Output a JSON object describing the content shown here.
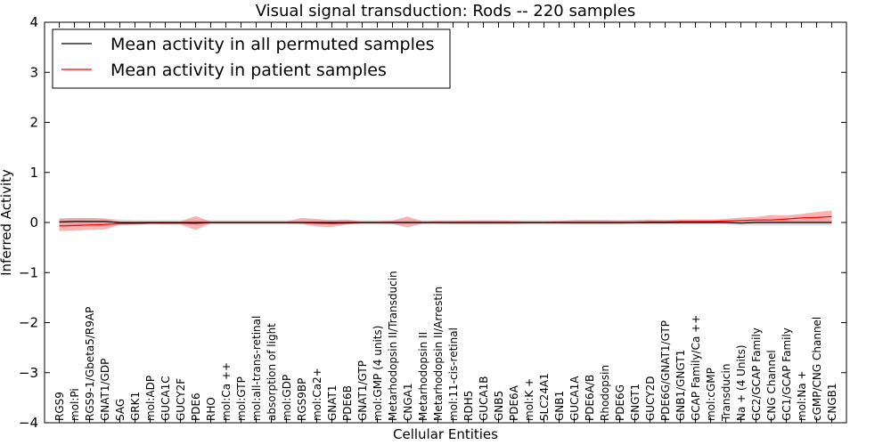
{
  "chart_data": {
    "type": "line",
    "title": "Visual signal transduction: Rods -- 220 samples",
    "xlabel": "Cellular Entities",
    "ylabel": "Inferred Activity",
    "ylim": [
      -4,
      4
    ],
    "yticks": [
      "−4",
      "−3",
      "−2",
      "−1",
      "0",
      "1",
      "2",
      "3",
      "4"
    ],
    "ytick_values": [
      -4,
      -3,
      -2,
      -1,
      0,
      1,
      2,
      3,
      4
    ],
    "grid": false,
    "legend_position": "top-left",
    "categories": [
      "RGS9",
      "mol:Pi",
      "RGS9-1/Gbeta5/R9AP",
      "GNAT1/GDP",
      "SAG",
      "GRK1",
      "mol:ADP",
      "GUCA1C",
      "GUCY2F",
      "PDE6",
      "RHO",
      "mol:Ca ++",
      "mol:GTP",
      "mol:all-trans-retinal",
      "absorption of light",
      "mol:GDP",
      "RGS9BP",
      "mol:Ca2+",
      "GNAT1",
      "PDE6B",
      "GNAT1/GTP",
      "mol:GMP (4 units)",
      "Metarhodopsin II/Transducin",
      "CNGA1",
      "Metarhodopsin II",
      "Metarhodopsin II/Arrestin",
      "mol:11-cis-retinal",
      "RDH5",
      "GUCA1B",
      "GNB5",
      "PDE6A",
      "mol:K +",
      "SLC24A1",
      "GNB1",
      "GUCA1A",
      "PDE6A/B",
      "Rhodopsin",
      "PDE6G",
      "GNGT1",
      "GUCY2D",
      "PDE6G/GNAT1/GTP",
      "GNB1/GNGT1",
      "GCAP Family/Ca ++",
      "mol:cGMP",
      "Transducin",
      "Na + (4 Units)",
      "GC2/GCAP Family",
      "CNG Channel",
      "GC1/GCAP Family",
      "mol:Na +",
      "cGMP/CNG Channel",
      "CNGB1"
    ],
    "series": [
      {
        "name": "Mean activity in all permuted samples",
        "color": "#000000",
        "band_color": "#c8c8c8",
        "values": [
          0.01,
          0.02,
          0.02,
          0.02,
          0.0,
          0.0,
          0.0,
          0.0,
          0.0,
          0.0,
          0.0,
          0.0,
          0.0,
          0.0,
          0.0,
          0.0,
          0.0,
          0.0,
          0.0,
          0.0,
          0.0,
          0.0,
          0.0,
          0.0,
          0.0,
          0.0,
          0.0,
          0.0,
          0.0,
          0.0,
          0.0,
          0.0,
          0.0,
          0.0,
          0.0,
          0.0,
          0.0,
          0.0,
          0.0,
          0.0,
          0.0,
          0.0,
          0.0,
          0.0,
          0.0,
          -0.01,
          0.0,
          0.0,
          0.0,
          0.0,
          0.0,
          0.0
        ],
        "lower": [
          -0.08,
          -0.08,
          -0.07,
          -0.06,
          -0.05,
          -0.05,
          -0.04,
          -0.04,
          -0.04,
          -0.04,
          -0.04,
          -0.04,
          -0.04,
          -0.04,
          -0.04,
          -0.04,
          -0.04,
          -0.04,
          -0.04,
          -0.04,
          -0.04,
          -0.04,
          -0.04,
          -0.04,
          -0.04,
          -0.04,
          -0.04,
          -0.04,
          -0.04,
          -0.04,
          -0.04,
          -0.04,
          -0.04,
          -0.04,
          -0.04,
          -0.04,
          -0.04,
          -0.04,
          -0.04,
          -0.04,
          -0.04,
          -0.04,
          -0.04,
          -0.04,
          -0.04,
          -0.06,
          -0.06,
          -0.06,
          -0.06,
          -0.06,
          -0.06,
          -0.06
        ],
        "upper": [
          0.08,
          0.08,
          0.08,
          0.08,
          0.06,
          0.05,
          0.05,
          0.05,
          0.05,
          0.05,
          0.05,
          0.05,
          0.05,
          0.05,
          0.05,
          0.05,
          0.05,
          0.05,
          0.05,
          0.05,
          0.05,
          0.05,
          0.05,
          0.05,
          0.05,
          0.05,
          0.05,
          0.05,
          0.05,
          0.05,
          0.05,
          0.05,
          0.05,
          0.05,
          0.05,
          0.05,
          0.05,
          0.05,
          0.05,
          0.05,
          0.05,
          0.05,
          0.05,
          0.05,
          0.05,
          0.05,
          0.06,
          0.06,
          0.06,
          0.06,
          0.06,
          0.06
        ]
      },
      {
        "name": "Mean activity in patient samples",
        "color": "#ff0000",
        "band_color": "#f08080",
        "values": [
          -0.07,
          -0.06,
          -0.05,
          -0.04,
          -0.02,
          -0.02,
          -0.01,
          -0.01,
          -0.01,
          -0.02,
          0.0,
          0.0,
          0.0,
          0.0,
          0.0,
          0.0,
          0.0,
          -0.01,
          -0.02,
          -0.01,
          0.0,
          0.0,
          0.0,
          0.0,
          0.0,
          0.0,
          0.0,
          0.0,
          0.0,
          0.0,
          0.0,
          0.0,
          0.0,
          0.0,
          0.0,
          0.0,
          0.0,
          0.0,
          0.0,
          0.01,
          0.01,
          0.02,
          0.02,
          0.02,
          0.03,
          0.04,
          0.05,
          0.05,
          0.07,
          0.09,
          0.1,
          0.12
        ],
        "lower": [
          -0.17,
          -0.16,
          -0.15,
          -0.14,
          -0.05,
          -0.04,
          -0.03,
          -0.04,
          -0.04,
          -0.15,
          -0.02,
          -0.02,
          -0.02,
          -0.02,
          -0.02,
          -0.02,
          -0.03,
          -0.08,
          -0.09,
          -0.04,
          -0.02,
          -0.02,
          -0.03,
          -0.1,
          -0.02,
          -0.02,
          -0.03,
          -0.03,
          -0.03,
          -0.03,
          -0.03,
          -0.02,
          -0.02,
          -0.02,
          -0.03,
          -0.03,
          -0.03,
          -0.03,
          -0.02,
          -0.02,
          -0.02,
          -0.01,
          -0.01,
          -0.01,
          0.0,
          0.0,
          0.0,
          0.0,
          0.0,
          0.0,
          0.0,
          0.0
        ],
        "upper": [
          0.08,
          0.09,
          0.09,
          0.08,
          0.02,
          0.01,
          0.02,
          0.02,
          0.02,
          0.13,
          0.02,
          0.02,
          0.02,
          0.02,
          0.02,
          0.02,
          0.09,
          0.07,
          0.05,
          0.06,
          0.02,
          0.02,
          0.04,
          0.12,
          0.02,
          0.03,
          0.03,
          0.04,
          0.04,
          0.04,
          0.03,
          0.02,
          0.02,
          0.03,
          0.05,
          0.05,
          0.05,
          0.04,
          0.05,
          0.06,
          0.05,
          0.06,
          0.06,
          0.06,
          0.07,
          0.1,
          0.11,
          0.15,
          0.14,
          0.17,
          0.21,
          0.24
        ]
      }
    ]
  }
}
